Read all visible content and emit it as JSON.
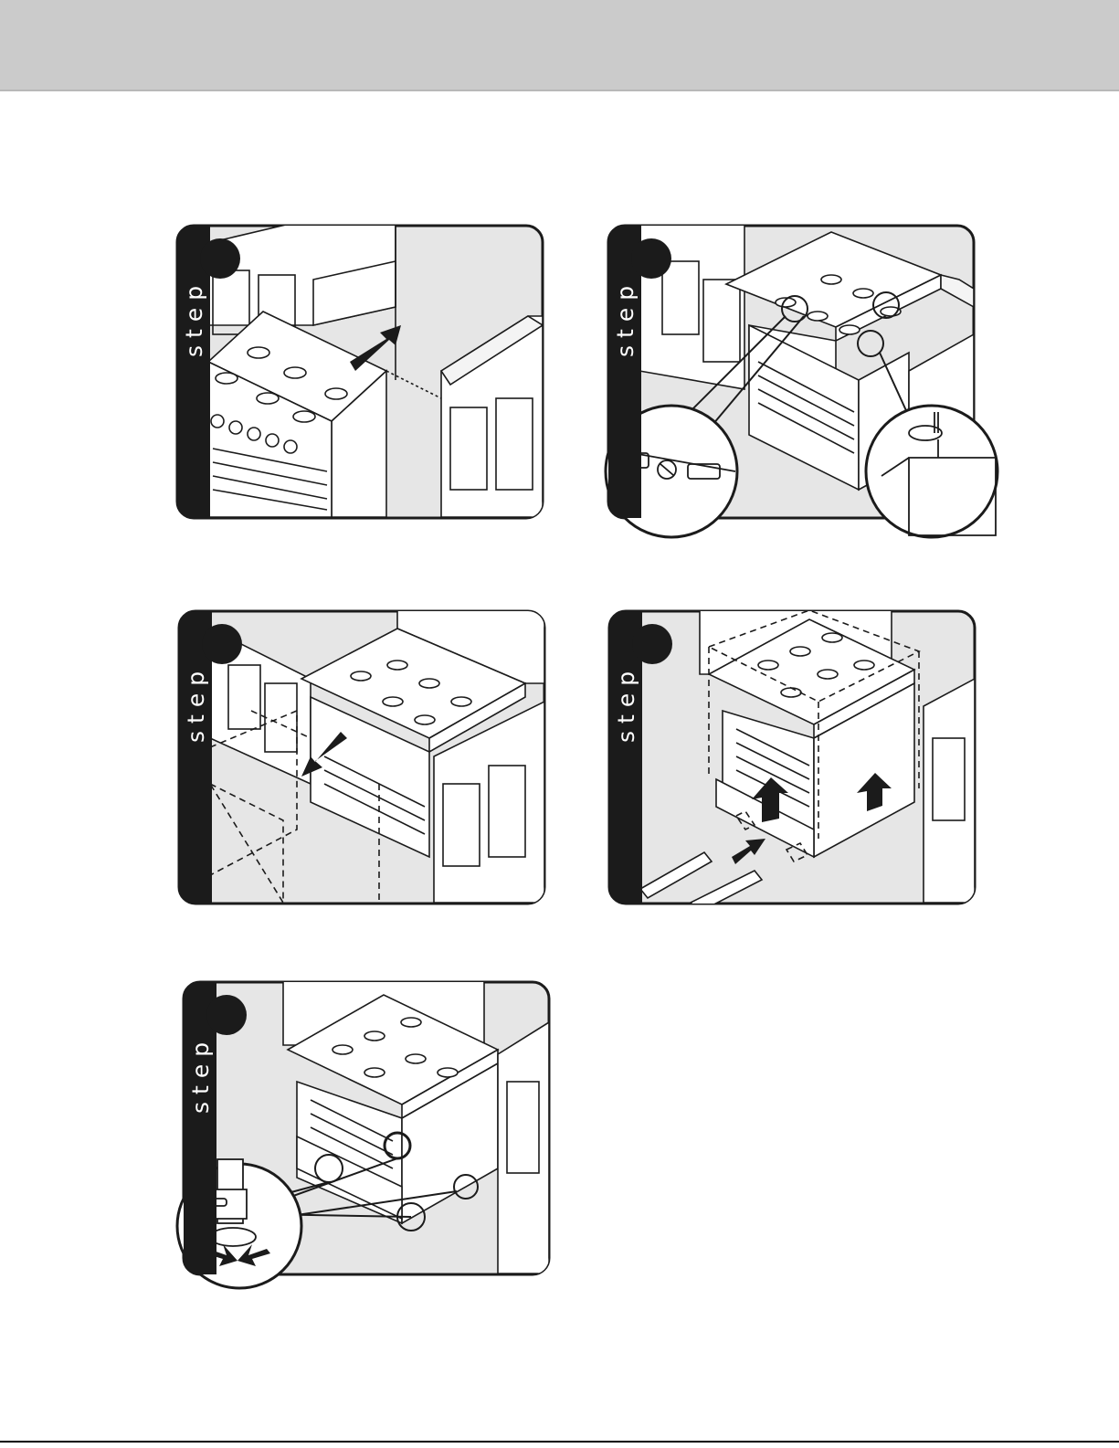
{
  "page": {
    "header_band": "",
    "panels": [
      {
        "id": "step-a",
        "step_label": "step",
        "step_number": ""
      },
      {
        "id": "step-b",
        "step_label": "step",
        "step_number": ""
      },
      {
        "id": "step-c",
        "step_label": "step",
        "step_number": ""
      },
      {
        "id": "step-d",
        "step_label": "step",
        "step_number": ""
      },
      {
        "id": "step-e",
        "step_label": "step",
        "step_number": ""
      }
    ]
  },
  "colors": {
    "header_band": "#cbcbcb",
    "panel_background": "#e6e6e6",
    "step_tab": "#1b1b1b",
    "line_art": "#1b1b1b"
  },
  "icons": [
    "arrow-icon",
    "magnifier-circle-icon",
    "rotate-arrows-icon"
  ]
}
